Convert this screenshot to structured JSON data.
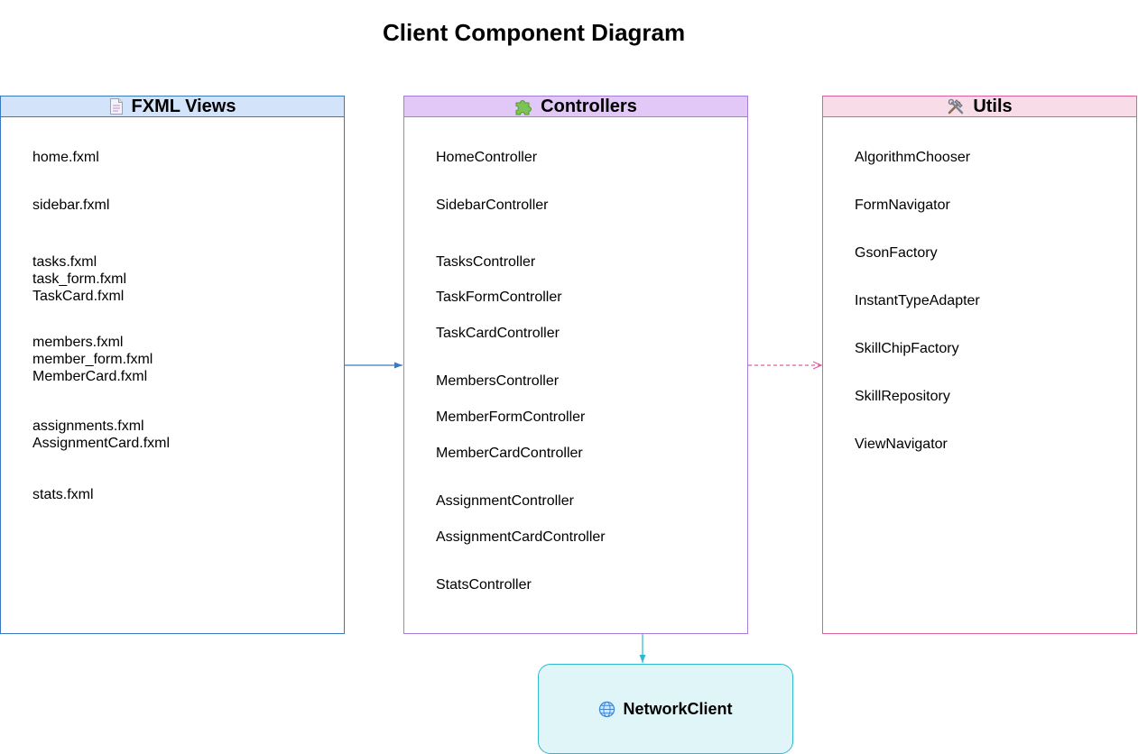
{
  "diagram": {
    "title": "Client Component Diagram",
    "groups": {
      "fxml": {
        "title": "FXML Views",
        "icon": "document-icon",
        "color": "#3a79c2",
        "header_bg": "#d3e3f9",
        "items": [
          "home.fxml",
          "sidebar.fxml",
          "tasks.fxml",
          "task_form.fxml",
          "TaskCard.fxml",
          "members.fxml",
          "member_form.fxml",
          "MemberCard.fxml",
          "assignments.fxml",
          "AssignmentCard.fxml",
          "stats.fxml"
        ]
      },
      "controllers": {
        "title": "Controllers",
        "icon": "puzzle-icon",
        "color": "#a77cd8",
        "header_bg": "#e1c8f6",
        "items": [
          "HomeController",
          "SidebarController",
          "TasksController",
          "TaskFormController",
          "TaskCardController",
          "MembersController",
          "MemberFormController",
          "MemberCardController",
          "AssignmentController",
          "AssignmentCardController",
          "StatsController"
        ]
      },
      "utils": {
        "title": "Utils",
        "icon": "tools-icon",
        "color": "#dd5f9e",
        "header_bg": "#f8dce7",
        "items": [
          "AlgorithmChooser",
          "FormNavigator",
          "GsonFactory",
          "InstantTypeAdapter",
          "SkillChipFactory",
          "SkillRepository",
          "ViewNavigator"
        ]
      }
    },
    "network_client": {
      "label": "NetworkClient",
      "icon": "globe-icon",
      "color": "#2fb9cf",
      "bg": "#e0f5f8"
    },
    "edges": [
      {
        "from": "FXML Views",
        "to": "Controllers",
        "style": "solid",
        "color": "#3a79c2"
      },
      {
        "from": "Controllers",
        "to": "Utils",
        "style": "dashed",
        "color": "#dd5f9e"
      },
      {
        "from": "Controllers",
        "to": "NetworkClient",
        "style": "solid",
        "color": "#2fb9cf"
      }
    ]
  }
}
